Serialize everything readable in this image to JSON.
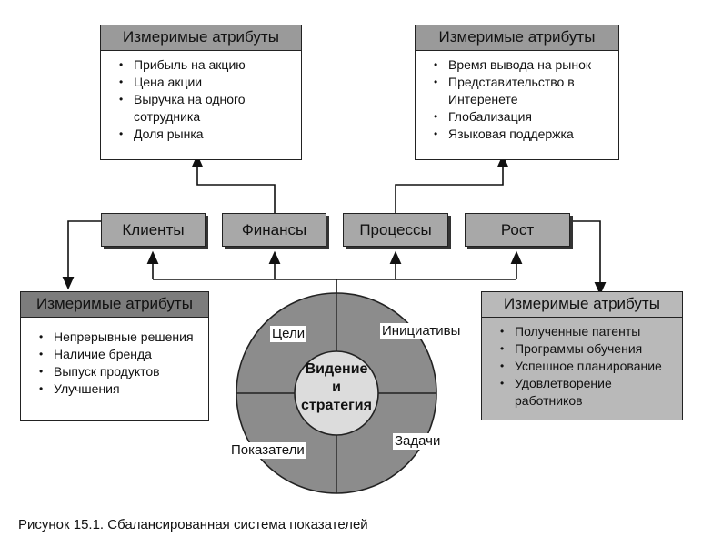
{
  "top_left_box": {
    "title": "Измеримые атрибуты",
    "items": [
      "Прибыль на акцию",
      "Цена акции",
      "Выручка на одного сотрудника",
      "Доля рынка"
    ]
  },
  "top_right_box": {
    "title": "Измеримые атрибуты",
    "items": [
      "Время вывода на рынок",
      "Представительство в Интеренете",
      "Глобализация",
      "Языковая поддержка"
    ]
  },
  "bottom_left_box": {
    "title": "Измеримые атрибуты",
    "items": [
      "Непрерывные решения",
      "Наличие бренда",
      "Выпуск продуктов",
      "Улучшения"
    ]
  },
  "bottom_right_box": {
    "title": "Измеримые атрибуты",
    "items": [
      "Полученные патенты",
      "Программы обучения",
      "Успешное планирование",
      "Удовлетворение работников"
    ]
  },
  "perspectives": {
    "clients": "Клиенты",
    "finance": "Финансы",
    "processes": "Процессы",
    "growth": "Рост"
  },
  "circle": {
    "goals": "Цели",
    "initiatives": "Инициативы",
    "indicators": "Показатели",
    "tasks": "Задачи",
    "center_line1": "Видение",
    "center_line2": "и",
    "center_line3": "стратегия"
  },
  "caption": "Рисунок 15.1. Сбалансированная система показателей",
  "colors": {
    "header_gray": "#9a9a9a",
    "ring_gray": "#8c8c8c",
    "center_gray": "#dcdcdc"
  }
}
